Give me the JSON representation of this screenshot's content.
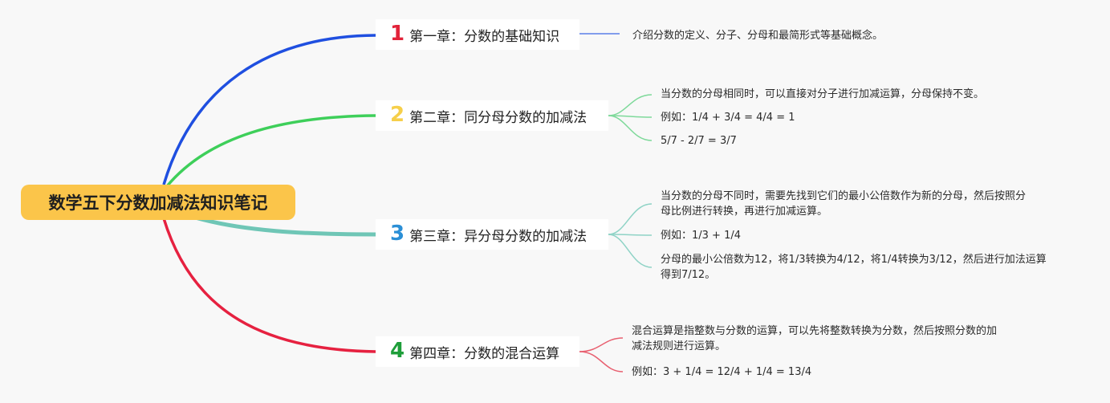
{
  "title": "数学五下分数加减法知识笔记",
  "colors": {
    "root_bg": "#fbc54a",
    "branch1": "#1f4fe0",
    "branch2": "#3ecf5a",
    "branch3": "#6fc6b6",
    "branch4": "#e62140"
  },
  "chapters": [
    {
      "number": "1",
      "label": "第一章：分数的基础知识",
      "details": [
        "介绍分数的定义、分子、分母和最简形式等基础概念。"
      ]
    },
    {
      "number": "2",
      "label": "第二章：同分母分数的加减法",
      "details": [
        "当分数的分母相同时，可以直接对分子进行加减运算，分母保持不变。",
        "例如：1/4 + 3/4 = 4/4 = 1",
        "5/7 - 2/7 = 3/7"
      ]
    },
    {
      "number": "3",
      "label": "第三章：异分母分数的加减法",
      "details": [
        [
          "当分数的分母不同时，需要先找到它们的最小公倍数作为新的分母，然后按照分",
          "母比例进行转换，再进行加减运算。"
        ],
        "例如：1/3 + 1/4",
        [
          "分母的最小公倍数为12，将1/3转换为4/12，将1/4转换为3/12，然后进行加法运算",
          "得到7/12。"
        ]
      ]
    },
    {
      "number": "4",
      "label": "第四章：分数的混合运算",
      "details": [
        [
          "混合运算是指整数与分数的运算，可以先将整数转换为分数，然后按照分数的加",
          "减法规则进行运算。"
        ],
        "例如：3 + 1/4 = 12/4 + 1/4 = 13/4"
      ]
    }
  ]
}
